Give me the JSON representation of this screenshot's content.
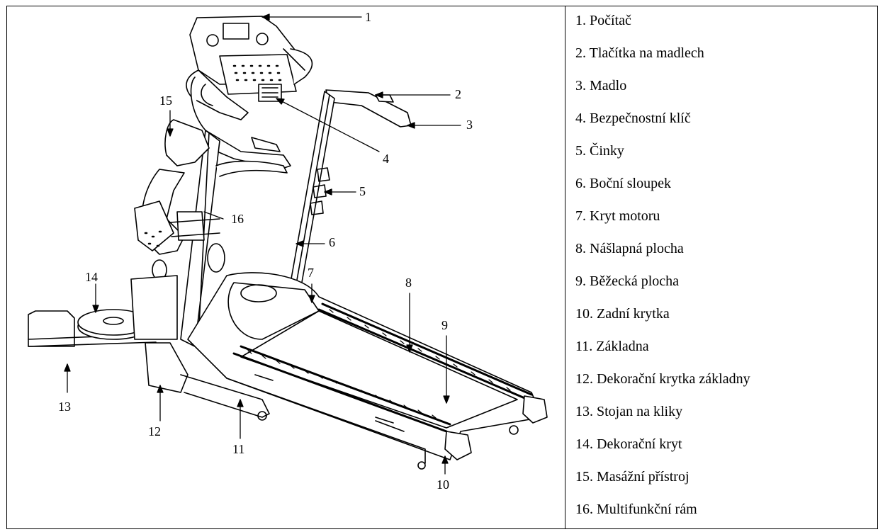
{
  "legend": [
    "1. Počítač",
    "2. Tlačítka na madlech",
    "3. Madlo",
    "4. Bezpečnostní klíč",
    "5. Činky",
    "6. Boční sloupek",
    "7. Kryt motoru",
    "8. Nášlapná plocha",
    "9. Běžecká plocha",
    "10. Zadní krytka",
    "11. Základna",
    "12. Dekorační krytka základny",
    "13. Stojan na kliky",
    "14. Dekorační kryt",
    "15. Masážní přístroj",
    "16. Multifunkční rám"
  ],
  "callouts": [
    "1",
    "2",
    "3",
    "4",
    "5",
    "6",
    "7",
    "8",
    "9",
    "10",
    "11",
    "12",
    "13",
    "14",
    "15",
    "16"
  ]
}
